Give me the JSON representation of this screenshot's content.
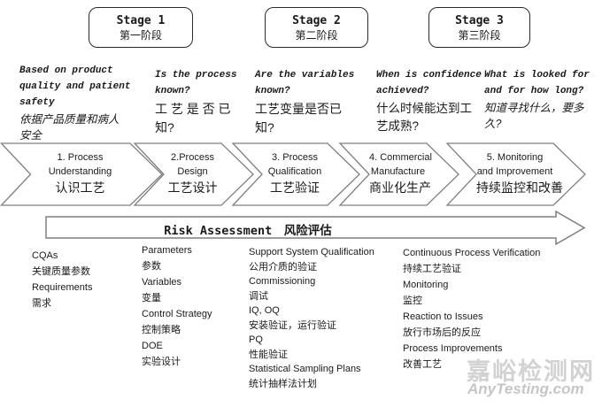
{
  "stages": [
    {
      "en": "Stage 1",
      "zh": "第一阶段"
    },
    {
      "en": "Stage 2",
      "zh": "第二阶段"
    },
    {
      "en": "Stage 3",
      "zh": "第三阶段"
    }
  ],
  "questions": [
    {
      "en": "Based on product\nquality and patient\nsafety",
      "zh": "依据产品质量和病人\n安全"
    },
    {
      "en": "Is the process\nknown?",
      "zh": "工 艺 是 否 已\n知?"
    },
    {
      "en": "Are the variables\nknown?",
      "zh": "工艺变量是否已\n知?"
    },
    {
      "en": "When is confidence\nachieved?",
      "zh": "什么时候能达到工\n艺成熟?"
    },
    {
      "en": "What is looked for\nand for how long?",
      "zh": "知道寻找什么，要多\n久?"
    }
  ],
  "process_steps": [
    {
      "line1": "1. Process",
      "line2": "Understanding",
      "zh": "认识工艺"
    },
    {
      "line1": "2.Process",
      "line2": "Design",
      "zh": "工艺设计"
    },
    {
      "line1": "3. Process",
      "line2": "Qualification",
      "zh": "工艺验证"
    },
    {
      "line1": "4. Commercial",
      "line2": "Manufacture",
      "zh": "商业化生产"
    },
    {
      "line1": "5. Monitoring",
      "line2": "and Improvement",
      "zh": "持续监控和改善"
    }
  ],
  "risk_assessment": {
    "label": "Risk Assessment　风险评估"
  },
  "columns": [
    {
      "lines": "CQAs\n关键质量参数\nRequirements\n需求"
    },
    {
      "lines": "Parameters\n参数\nVariables\n变量\nControl Strategy\n控制策略\nDOE\n实验设计"
    },
    {
      "lines": "Support System Qualification\n公用介质的验证\nCommissioning\n调试\nIQ, OQ\n安装验证，运行验证\nPQ\n性能验证\nStatistical Sampling Plans\n统计抽样法计划"
    },
    {
      "lines": "Continuous Process Verification\n持续工艺验证\nMonitoring\n监控\nReaction to Issues\n放行市场后的反应\nProcess Improvements\n改善工艺"
    }
  ],
  "watermark": {
    "zh": "嘉峪检测网",
    "en": "AnyTesting.com"
  },
  "colors": {
    "shape_border": "#7f7f7f",
    "box_border": "#2b2b2b",
    "text": "#1a1a1a",
    "watermark": "#d2d2d2"
  }
}
